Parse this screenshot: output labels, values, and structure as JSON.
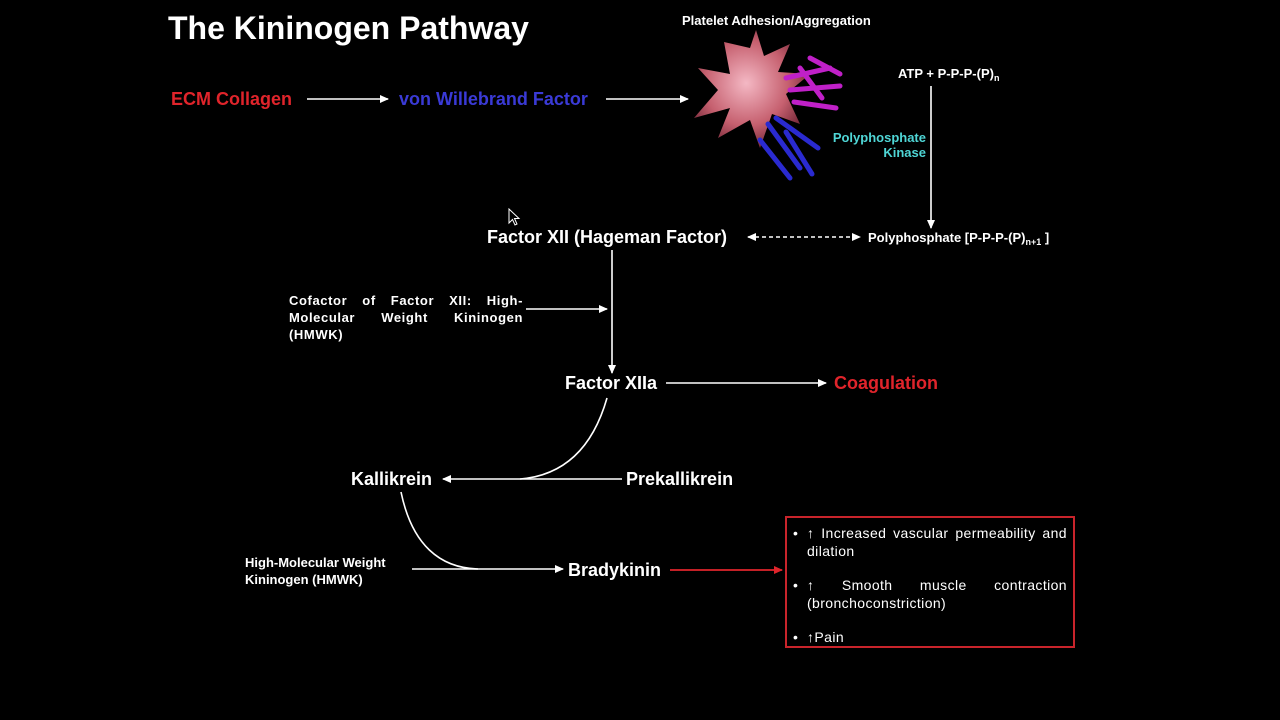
{
  "slide": {
    "title": "The Kininogen Pathway"
  },
  "nodes": {
    "ecm_collagen": "ECM Collagen",
    "vwf": "von Willebrand Factor",
    "platelet_label": "Platelet Adhesion/Aggregation",
    "atp": "ATP + P-P-P-(P)",
    "atp_sub": "n",
    "polyphosphate_kinase_line1": "Polyphosphate",
    "polyphosphate_kinase_line2": "Kinase",
    "factor_xii": "Factor XII (Hageman Factor)",
    "polyphosphate": "Polyphosphate [P-P-P-(P)",
    "polyphosphate_sub": "n+1",
    "polyphosphate_end": " ]",
    "cofactor": "Cofactor of Factor XII: High-Molecular Weight Kininogen (HMWK)",
    "factor_xiia": "Factor XIIa",
    "coagulation": "Coagulation",
    "kallikrein": "Kallikrein",
    "prekallikrein": "Prekallikrein",
    "hmwk": "High-Molecular Weight Kininogen (HMWK)",
    "bradykinin": "Bradykinin"
  },
  "effects": [
    {
      "bullet": "•",
      "text": "↑ Increased vascular permeability and dilation"
    },
    {
      "bullet": "•",
      "text": "↑  Smooth muscle contraction (bronchoconstriction)"
    },
    {
      "bullet": "•",
      "text": "↑Pain"
    }
  ],
  "colors": {
    "red": "#e0242b",
    "blue": "#3a3ad6",
    "cyan": "#4fd6d6",
    "box_border": "#c9242b"
  },
  "icons": {
    "platelet": "platelet-illustration",
    "cursor": "mouse-pointer-icon"
  }
}
